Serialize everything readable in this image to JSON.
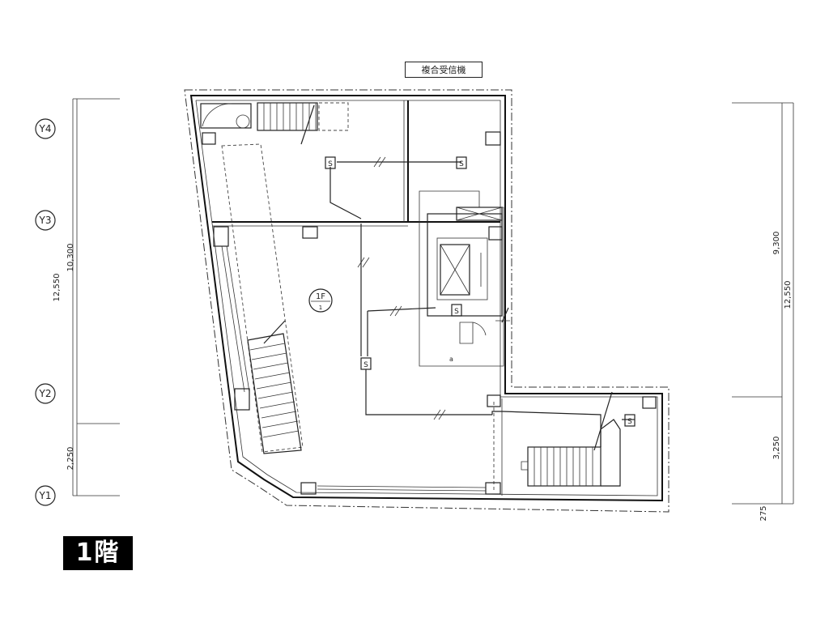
{
  "floor_label": "1階",
  "receiver_label": "複合受信機",
  "room_label": "1F",
  "grid_lines": [
    "Y4",
    "Y3",
    "Y2",
    "Y1"
  ],
  "dimensions_left": [
    "10,300",
    "12,550",
    "2,250"
  ],
  "dimensions_right": [
    "9,300",
    "12,550",
    "3,250",
    "275"
  ],
  "device_symbol": "S",
  "room_sub": "1",
  "small_mark": "a"
}
